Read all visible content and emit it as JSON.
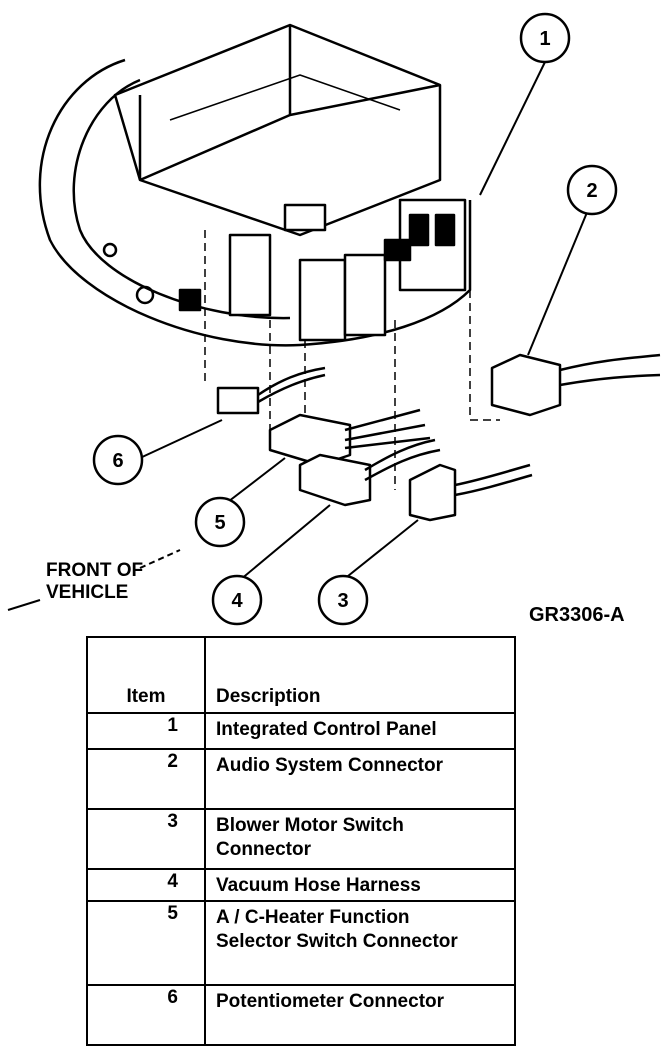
{
  "figure": {
    "id": "GR3306-A",
    "front_label_line1": "FRONT OF",
    "front_label_line2": "VEHICLE",
    "callouts": [
      "1",
      "2",
      "3",
      "4",
      "5",
      "6"
    ]
  },
  "legend": {
    "header_item": "Item",
    "header_description": "Description",
    "rows": [
      {
        "item": "1",
        "description": "Integrated Control Panel"
      },
      {
        "item": "2",
        "description": "Audio System Connector"
      },
      {
        "item": "3",
        "description": "Blower Motor Switch Connector"
      },
      {
        "item": "4",
        "description": "Vacuum Hose Harness"
      },
      {
        "item": "5",
        "description": "A / C-Heater Function Selector Switch Connector"
      },
      {
        "item": "6",
        "description": "Potentiometer Connector"
      }
    ]
  }
}
